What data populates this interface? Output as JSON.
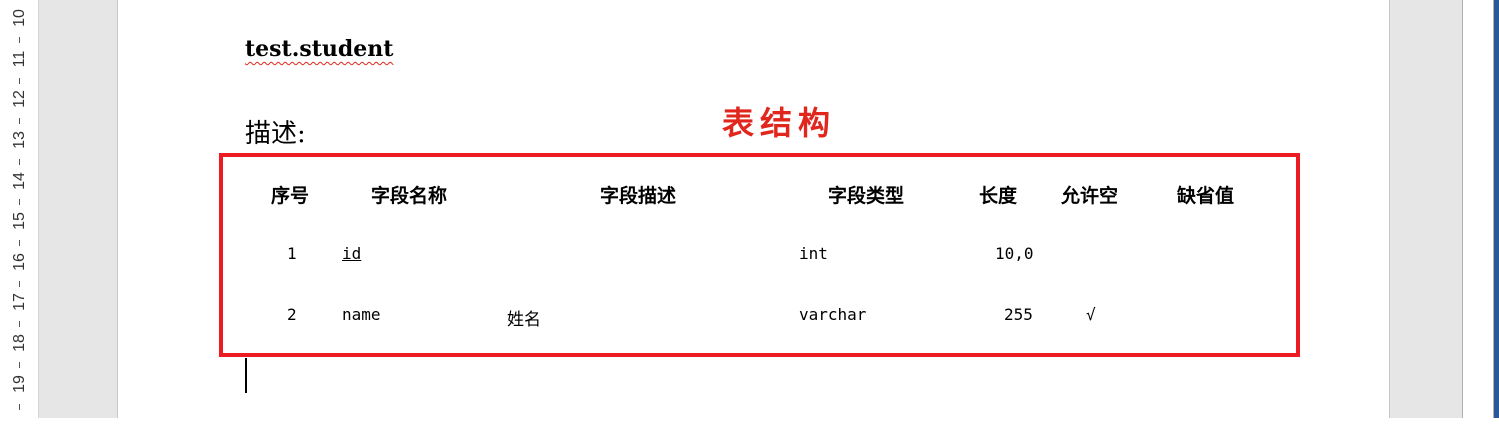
{
  "ruler": {
    "numbers": [
      "10",
      "11",
      "12",
      "13",
      "14",
      "15",
      "16",
      "17",
      "18",
      "19"
    ]
  },
  "document": {
    "title": "test.student",
    "description_label": "描述:",
    "annotation": "表结构",
    "colors": {
      "annotation": "#e0261d",
      "highlight_box": "#ed1c24"
    }
  },
  "table": {
    "headers": [
      "序号",
      "字段名称",
      "字段描述",
      "字段类型",
      "长度",
      "允许空",
      "缺省值"
    ],
    "rows": [
      {
        "index": "1",
        "name": "id",
        "description": "",
        "type": "int",
        "length": "10,0",
        "nullable": "",
        "default": ""
      },
      {
        "index": "2",
        "name": "name",
        "description": "姓名",
        "type": "varchar",
        "length": "255",
        "nullable": "√",
        "default": ""
      }
    ]
  }
}
